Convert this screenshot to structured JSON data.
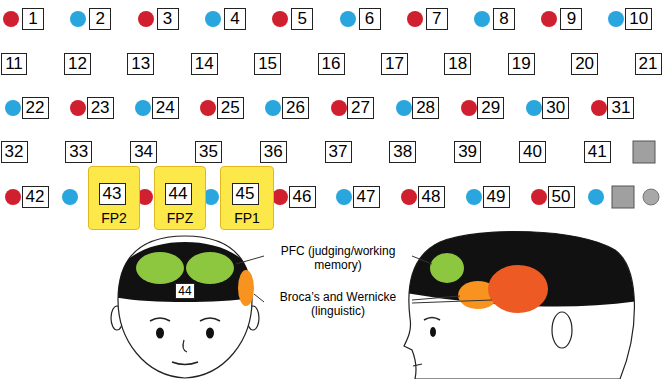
{
  "diagram": {
    "nodes": [
      {
        "text": [
          "1"
        ]
      },
      {
        "text": [
          "2"
        ]
      },
      {
        "text": [
          "3"
        ]
      },
      {
        "text": [
          "4"
        ]
      },
      {
        "text": [
          "5"
        ]
      },
      {
        "text": [
          "6"
        ]
      },
      {
        "text": [
          "7"
        ]
      },
      {
        "text": [
          "8"
        ]
      },
      {
        "text": [
          "9"
        ]
      },
      {
        "text": [
          "10"
        ]
      },
      {
        "text": [
          "11"
        ]
      },
      {
        "text": [
          "12"
        ]
      },
      {
        "text": [
          "13"
        ]
      },
      {
        "text": [
          "14"
        ]
      },
      {
        "text": [
          "15"
        ]
      },
      {
        "text": [
          "16"
        ]
      },
      {
        "text": [
          "17"
        ]
      },
      {
        "text": [
          "18"
        ]
      },
      {
        "text": [
          "19"
        ]
      },
      {
        "text": [
          "20"
        ]
      },
      {
        "text": [
          "21"
        ]
      },
      {
        "text": [
          "22"
        ]
      },
      {
        "text": [
          "23"
        ]
      },
      {
        "text": [
          "24"
        ]
      },
      {
        "text": [
          "25"
        ]
      },
      {
        "text": [
          "26"
        ]
      },
      {
        "text": [
          "27"
        ]
      },
      {
        "text": [
          "28"
        ]
      },
      {
        "text": [
          "29"
        ]
      },
      {
        "text": [
          "30"
        ]
      },
      {
        "text": [
          "31"
        ]
      },
      {
        "text": [
          "32"
        ]
      },
      {
        "text": [
          "33"
        ]
      },
      {
        "text": [
          "34"
        ]
      },
      {
        "text": [
          "35"
        ]
      },
      {
        "text": [
          "36"
        ]
      },
      {
        "text": [
          "37"
        ]
      },
      {
        "text": [
          "38"
        ]
      },
      {
        "text": [
          "39"
        ]
      },
      {
        "text": [
          "40"
        ]
      },
      {
        "text": [
          "41"
        ]
      },
      {
        "text": [
          "42"
        ]
      },
      {
        "text": [
          "FP2"
        ]
      },
      {
        "text": [
          "43"
        ],
        "in": 42
      },
      {
        "text": [
          "FPZ"
        ]
      },
      {
        "text": [
          "44"
        ],
        "in": 44
      },
      {
        "text": [
          "FP1"
        ]
      },
      {
        "text": [
          "45"
        ],
        "in": 46
      },
      {
        "text": [
          "46"
        ]
      },
      {
        "text": [
          "47"
        ]
      },
      {
        "text": [
          "48"
        ]
      },
      {
        "text": [
          "49"
        ]
      },
      {
        "text": [
          "50"
        ]
      },
      {
        "text": [
          "44"
        ]
      }
    ],
    "labels": [
      "PFC (judging/working memory)",
      "Broca’s and Wernicke (linguistic)"
    ]
  }
}
